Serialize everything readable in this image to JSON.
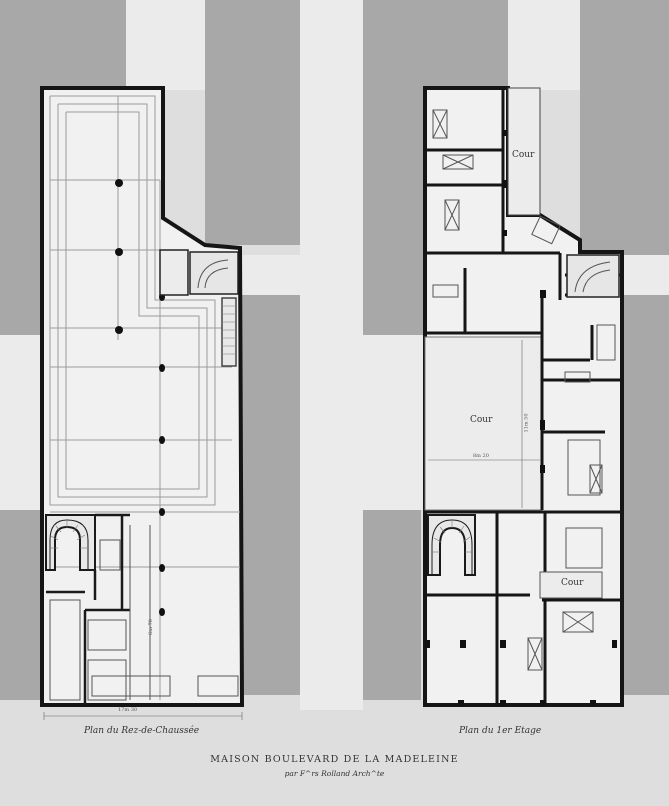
{
  "sheet": {
    "title": "MAISON BOULEVARD DE LA MADELEINE",
    "author": "par F^rs Rolland Arch^te"
  },
  "plans": [
    {
      "caption": "Plan du Rez-de-Chaussée"
    },
    {
      "caption": "Plan du 1er Etage"
    }
  ],
  "courtyards": [
    "Cour",
    "Cour",
    "Cour"
  ],
  "dimensions": {
    "ground_width": "17m 30",
    "court_width": "8m 20",
    "court_height": "11m 50",
    "stair_height": "6m 70"
  },
  "colors": {
    "paper": "#dedede",
    "neighbor_block": "#a9a9a9",
    "street": "#e9e9e9",
    "wall": "#1a1a1a",
    "interior": "#f1f1f1"
  }
}
